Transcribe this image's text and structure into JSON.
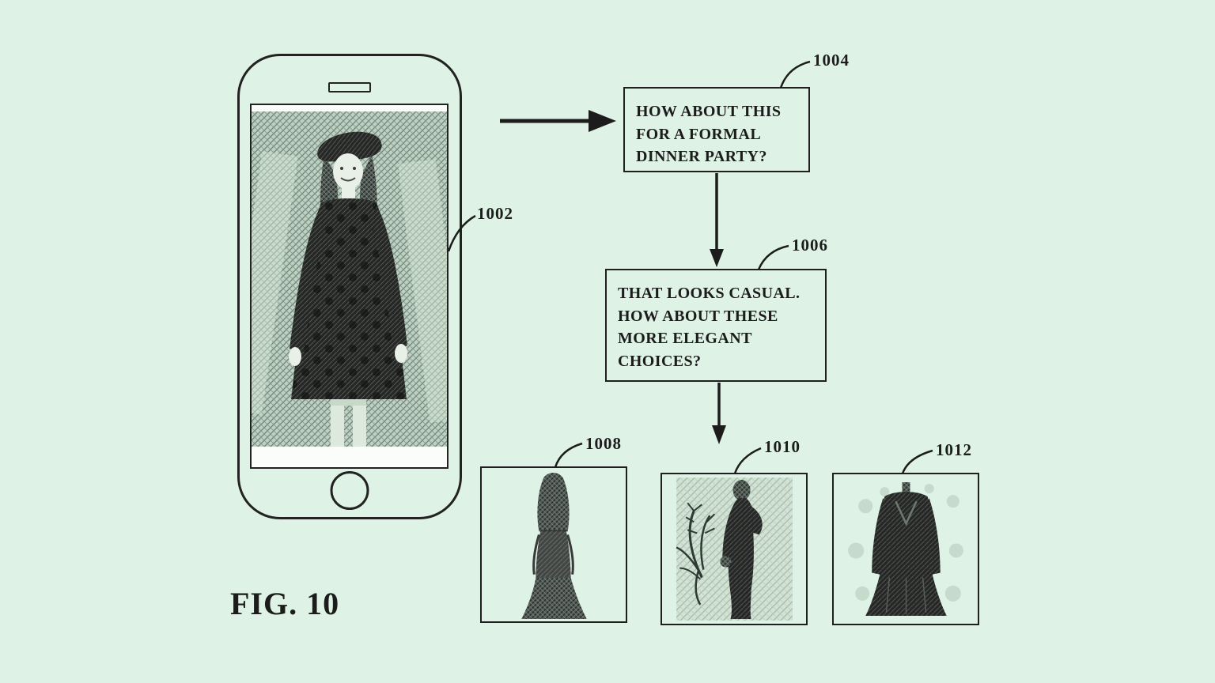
{
  "figure": {
    "caption": "FIG. 10"
  },
  "callouts": {
    "phone": "1002",
    "suggestion_box": "1004",
    "refine_box": "1006",
    "dress_a": "1008",
    "dress_b": "1010",
    "dress_c": "1012"
  },
  "boxes": {
    "suggestion_text": "HOW ABOUT THIS\nFOR A FORMAL\nDINNER PARTY?",
    "refine_text": "THAT LOOKS CASUAL.\nHOW ABOUT THESE\nMORE ELEGANT\nCHOICES?"
  },
  "colors": {
    "background": "#def3e6",
    "ink": "#1c1c1c"
  }
}
